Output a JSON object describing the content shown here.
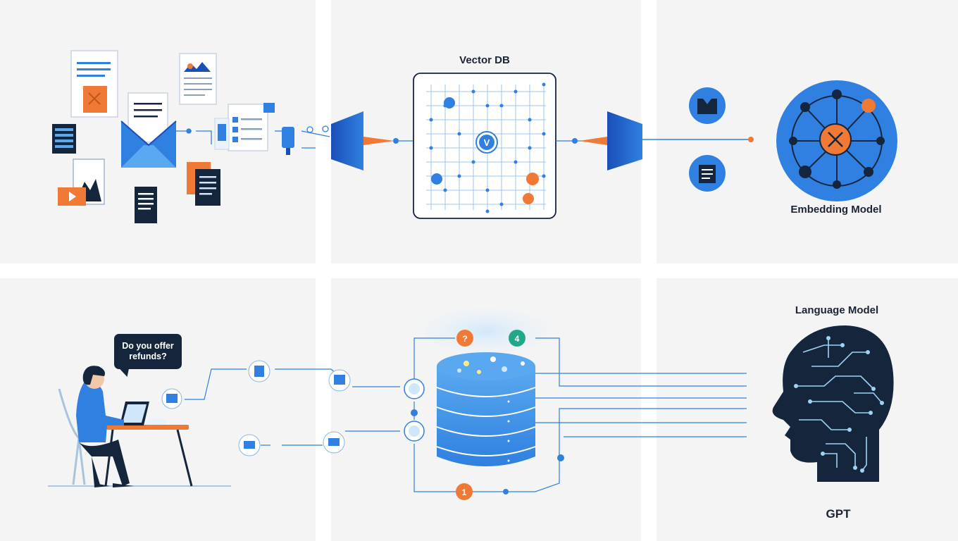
{
  "labels": {
    "vector_db": "Vector DB",
    "embedding_model": "Embedding Model",
    "language_model": "Language Model",
    "gpt": "GPT"
  },
  "chat": {
    "user_question": "Do you offer refunds?"
  },
  "markers": {
    "vector_center": "V",
    "db_badge_1": "?",
    "db_badge_2": "4",
    "db_badge_3": "1"
  },
  "colors": {
    "panel_bg": "#f4f4f4",
    "blue": "#2f80e0",
    "blue_dark": "#1a4fb8",
    "orange": "#f07a35",
    "navy": "#14253c",
    "teal": "#21a88a"
  }
}
